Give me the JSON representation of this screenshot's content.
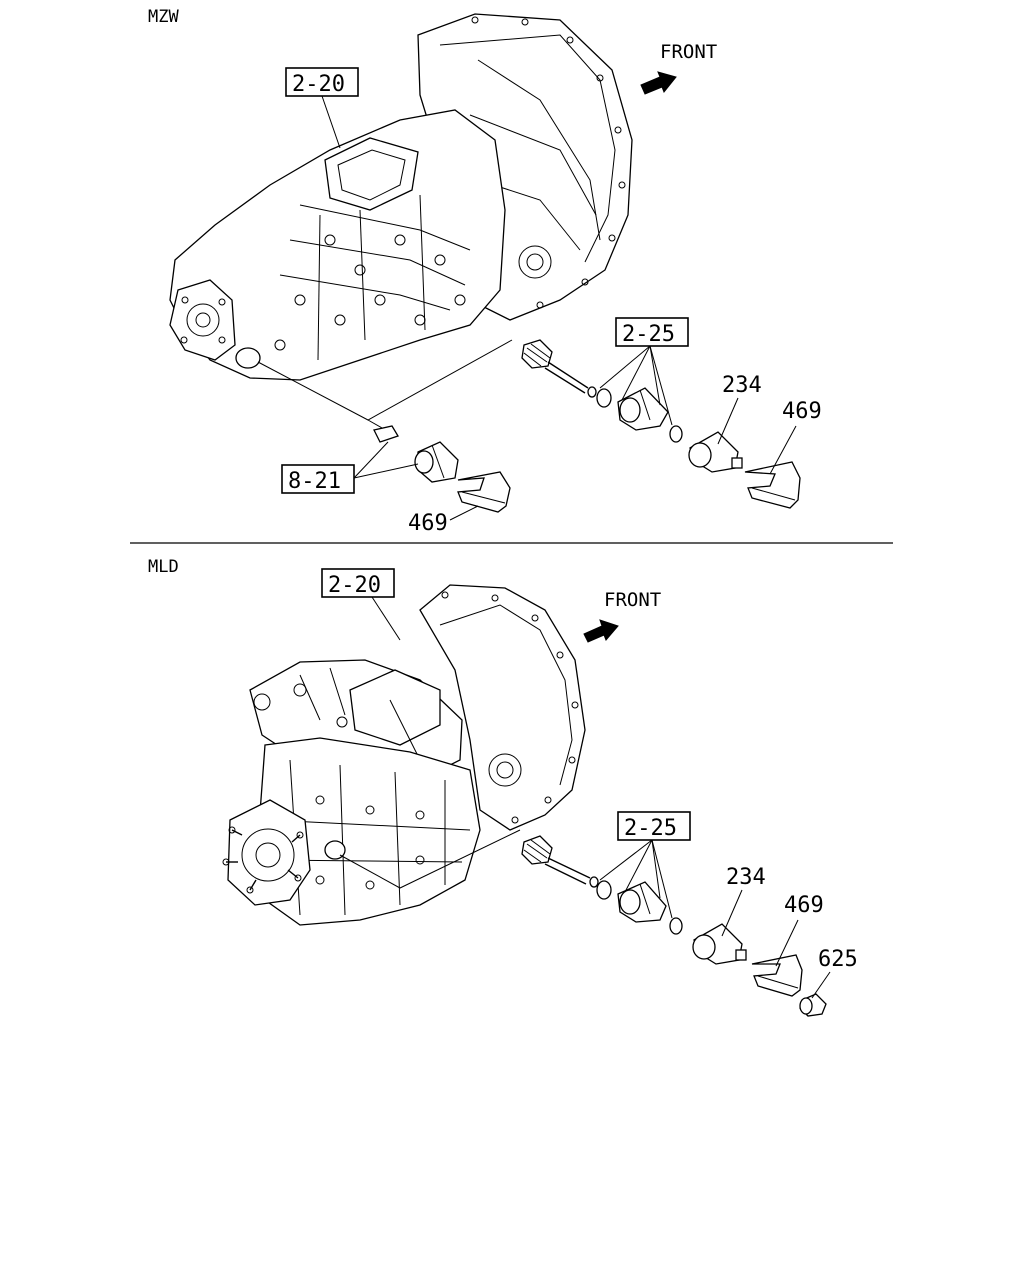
{
  "sections": [
    {
      "name": "MZW",
      "front": "FRONT",
      "callouts": [
        "2-20",
        "2-25",
        "234",
        "469",
        "8-21",
        "469"
      ]
    },
    {
      "name": "MLD",
      "front": "FRONT",
      "callouts": [
        "2-20",
        "2-25",
        "234",
        "469",
        "625"
      ]
    }
  ]
}
